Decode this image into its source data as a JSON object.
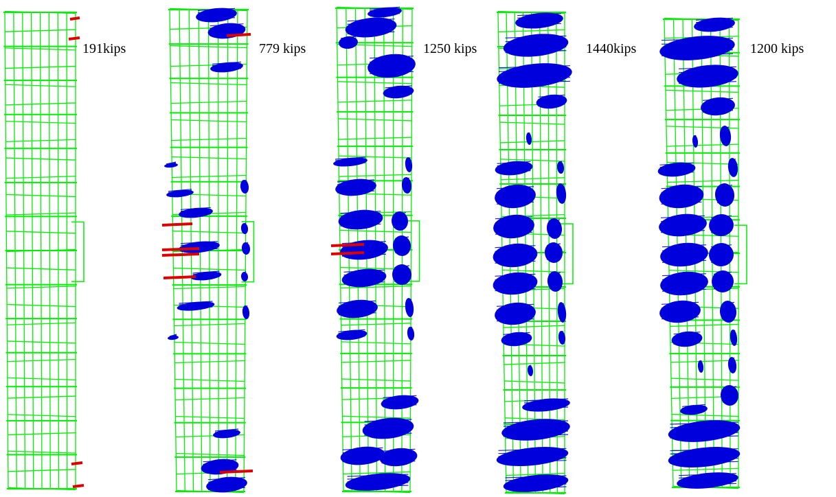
{
  "panels": [
    {
      "label": "191kips"
    },
    {
      "label": "779 kips"
    },
    {
      "label": "1250 kips"
    },
    {
      "label": "1440kips"
    },
    {
      "label": "1200 kips"
    }
  ],
  "colors": {
    "mesh": "#00ee00",
    "crack": "#0000dd",
    "yield": "#dd0000",
    "background": "#ffffff"
  }
}
